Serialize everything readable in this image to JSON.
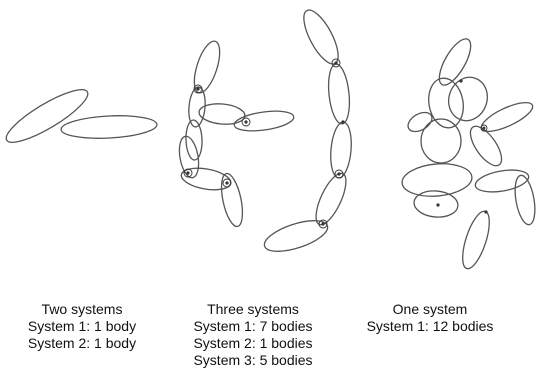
{
  "captions": [
    {
      "heading": "Two systems",
      "lines": [
        "System 1: 1 body",
        "System 2: 1 body"
      ]
    },
    {
      "heading": "Three systems",
      "lines": [
        "System 1: 7 bodies",
        "System 2: 1 bodies",
        "System 3: 5 bodies"
      ]
    },
    {
      "heading": "One system",
      "lines": [
        "System 1: 12 bodies"
      ]
    }
  ],
  "colors": {
    "stroke": "#555555",
    "text": "#111111",
    "background": "#ffffff"
  }
}
